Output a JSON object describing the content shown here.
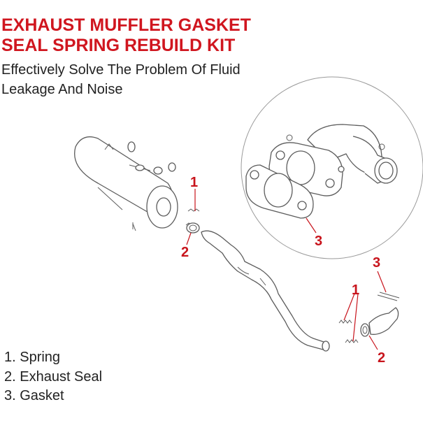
{
  "header": {
    "title_line1": "EXHAUST MUFFLER GASKET",
    "title_line2": "SEAL SPRING REBUILD KIT",
    "subtitle_line1": "Effectively Solve The Problem Of Fluid",
    "subtitle_line2": "Leakage And Noise"
  },
  "legend": {
    "items": [
      {
        "label": "1. Spring"
      },
      {
        "label": "2. Exhaust Seal"
      },
      {
        "label": "3. Gasket"
      }
    ]
  },
  "callouts": {
    "left_spring": "1",
    "left_seal": "2",
    "zoom_gasket": "3",
    "right_gasket": "3",
    "right_spring": "1",
    "right_seal": "2"
  },
  "colors": {
    "accent_red": "#d0161f",
    "line_gray": "#5c5c5c",
    "text_dark": "#222222"
  }
}
